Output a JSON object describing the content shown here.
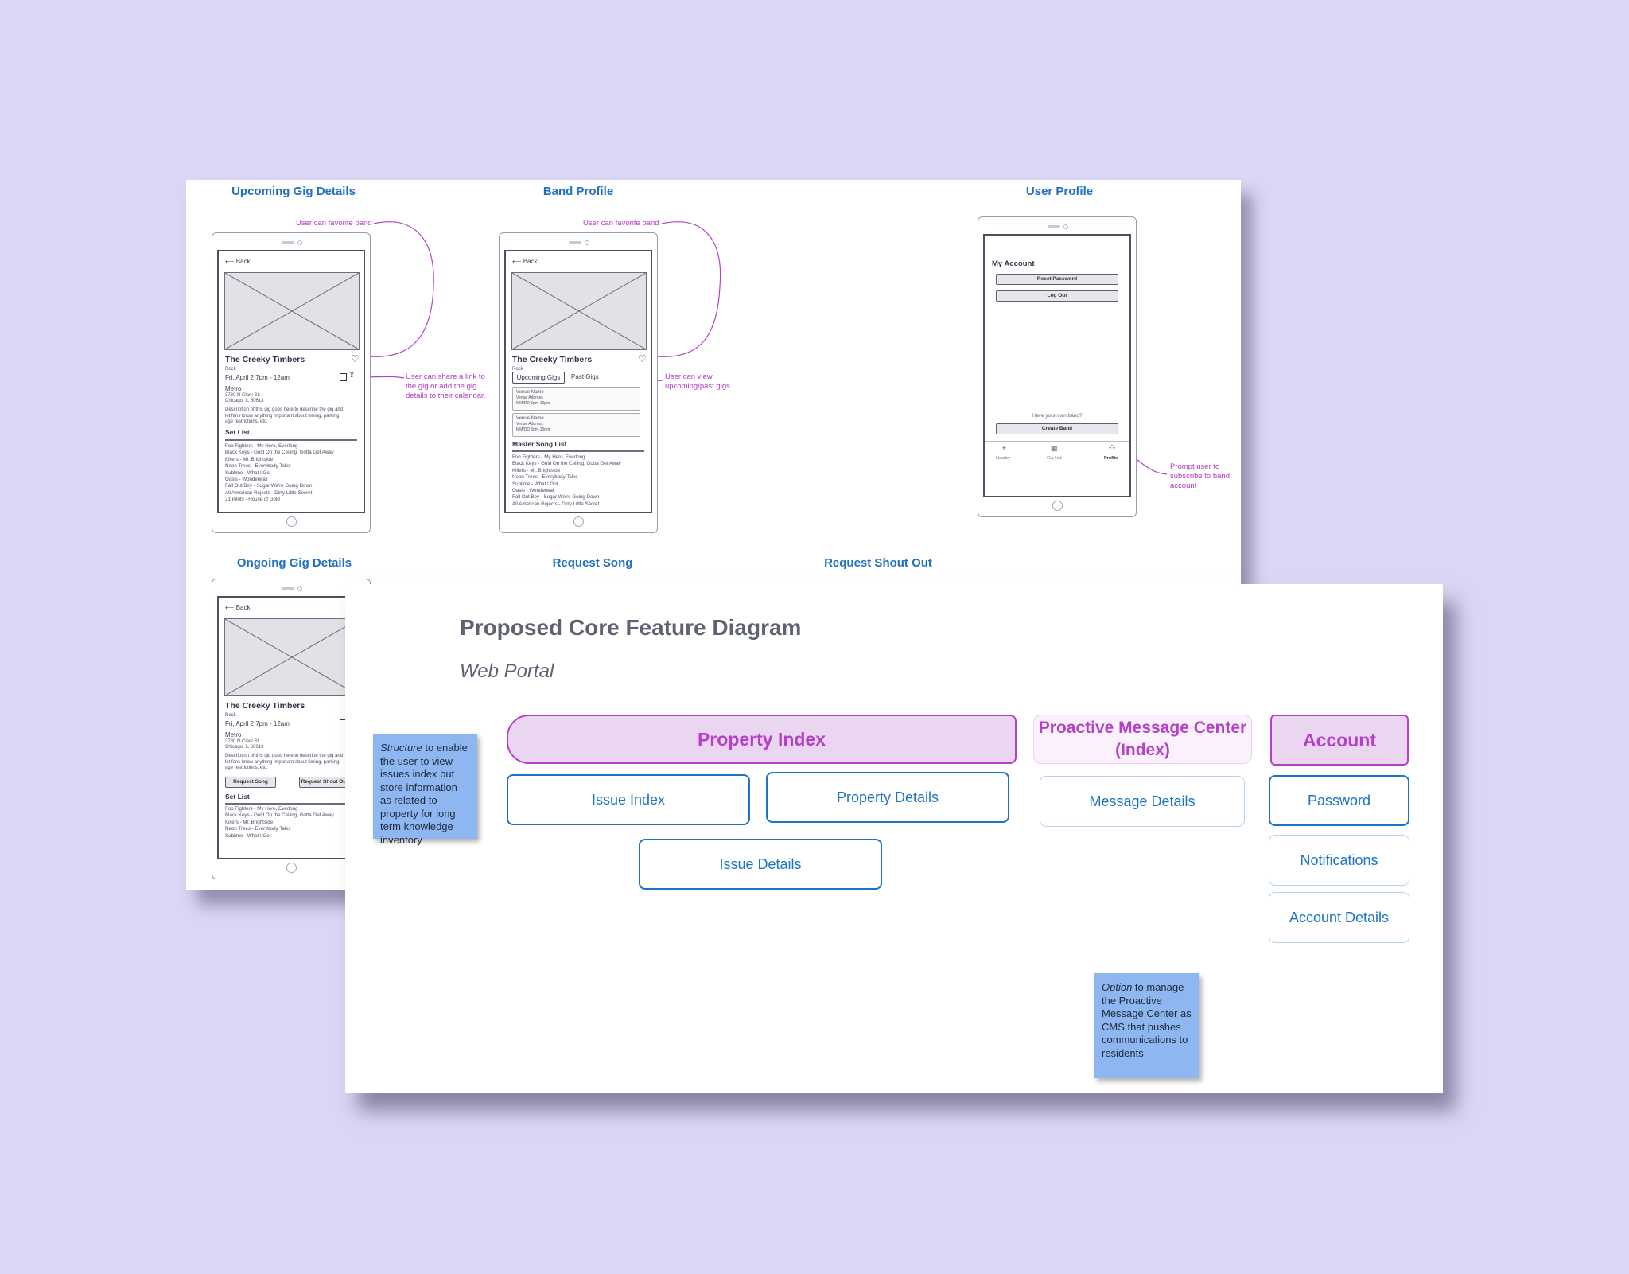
{
  "wireframes": {
    "sections": {
      "upcoming_gig_details": "Upcoming Gig Details",
      "band_profile": "Band Profile",
      "user_profile": "User Profile",
      "ongoing_gig_details": "Ongoing Gig Details",
      "request_song": "Request Song",
      "request_shout_out": "Request Shout Out"
    },
    "annotations": {
      "favorite_band_1": "User can favorite band",
      "share_link": [
        "User can share a link to",
        "the gig or add the gig",
        "details to their calendar."
      ],
      "favorite_band_2": "User can favorite band",
      "view_gigs": [
        "User can view",
        "upcoming/past gigs"
      ],
      "prompt_subscribe": [
        "Prompt user to",
        "subscribe to band",
        "account"
      ]
    },
    "gig_screen": {
      "back": "Back",
      "band_name": "The Creeky Timbers",
      "genre": "Rock",
      "datetime": "Fri, April 2 7pm - 12am",
      "venue": "Metro",
      "address": [
        "3730 N Clark St.",
        "Chicago, IL 60613"
      ],
      "description": [
        "Description of this gig goes here to describe the gig and",
        "let fans know anything important about timing, parking,",
        "age restrictions, etc."
      ],
      "set_list_title": "Set List",
      "set_list": [
        "Foo Fighters - My Hero, Everlong",
        "Black Keys - Gold On the Ceiling, Gotta Get Away",
        "Killers - Mr. Brightside",
        "Neon Trees - Everybody Talks",
        "Sublime - What I Got",
        "Oasis - Wonderwall",
        "Fall Out Boy - Sugar We're Going Down",
        "All American Rejects - Dirty Little Secret",
        "21 Pilots - House of Gold"
      ]
    },
    "band_screen": {
      "back": "Back",
      "band_name": "The Creeky Timbers",
      "genre": "Rock",
      "tab_upcoming": "Upcoming Gigs",
      "tab_past": "Past Gigs",
      "venue_cards": [
        {
          "name": "Venue Name",
          "address": "Venue Address",
          "date": "MM/DD 6pm-10pm"
        },
        {
          "name": "Venue Name",
          "address": "Venue Address",
          "date": "MM/DD 6pm-10pm"
        }
      ],
      "master_song_list_title": "Master Song List",
      "songs": [
        "Foo Fighters - My Hero, Everlong",
        "Black Keys - Gold On the Ceiling, Gotta Get Away",
        "Killers - Mr. Brightside",
        "Neon Trees - Everybody Talks",
        "Sublime - What I Got",
        "Oasis - Wonderwall",
        "Fall Out Boy - Sugar We're Going Down",
        "All American Rejects - Dirty Little Secret"
      ]
    },
    "profile_screen": {
      "title": "My Account",
      "reset_password": "Reset Password",
      "log_out": "Log Out",
      "own_band_prompt": "Have your own band?",
      "create_band": "Create Band",
      "nav": [
        "Nearby",
        "Gig List",
        "Profile"
      ]
    },
    "ongoing_screen": {
      "back": "Back",
      "band_name": "The Creeky Timbers",
      "genre": "Rock",
      "datetime": "Fri, April 2 7pm - 12am",
      "venue": "Metro",
      "address": [
        "3730 N Clark St.",
        "Chicago, IL 60613"
      ],
      "description": [
        "Description of this gig goes here to describe the gig and",
        "let fans know anything important about timing, parking,",
        "age restrictions, etc."
      ],
      "request_song_btn": "Request Song",
      "request_shout_btn": "Request Shout Out",
      "set_list_title": "Set List",
      "set_list": [
        "Foo Fighters - My Hero, Everlong",
        "Black Keys - Gold On the Ceiling, Gotta Get Away",
        "Killers - Mr. Brightside",
        "Neon Trees - Everybody Talks",
        "Sublime - What I Got"
      ]
    }
  },
  "diagram": {
    "title": "Proposed Core Feature Diagram",
    "subtitle": "Web Portal",
    "nodes": {
      "property_index": "Property Index",
      "issue_index": "Issue Index",
      "property_details": "Property Details",
      "issue_details": "Issue Details",
      "proactive_message_center": "Proactive Message Center (Index)",
      "message_details": "Message Details",
      "account": "Account",
      "password": "Password",
      "notifications": "Notifications",
      "account_details": "Account Details"
    },
    "sticky_structure": {
      "lead": "Structure",
      "rest": " to enable the user to view issues index but store information as related to property for long term knowledge inventory"
    },
    "sticky_option": {
      "lead": "Option",
      "rest": " to manage the Proactive Message Center as CMS that pushes communications to residents"
    }
  },
  "colors": {
    "background": "#dad6f3",
    "blue": "#1d74c5",
    "purple": "#b53fc9",
    "sticky": "#8eb6f0"
  }
}
